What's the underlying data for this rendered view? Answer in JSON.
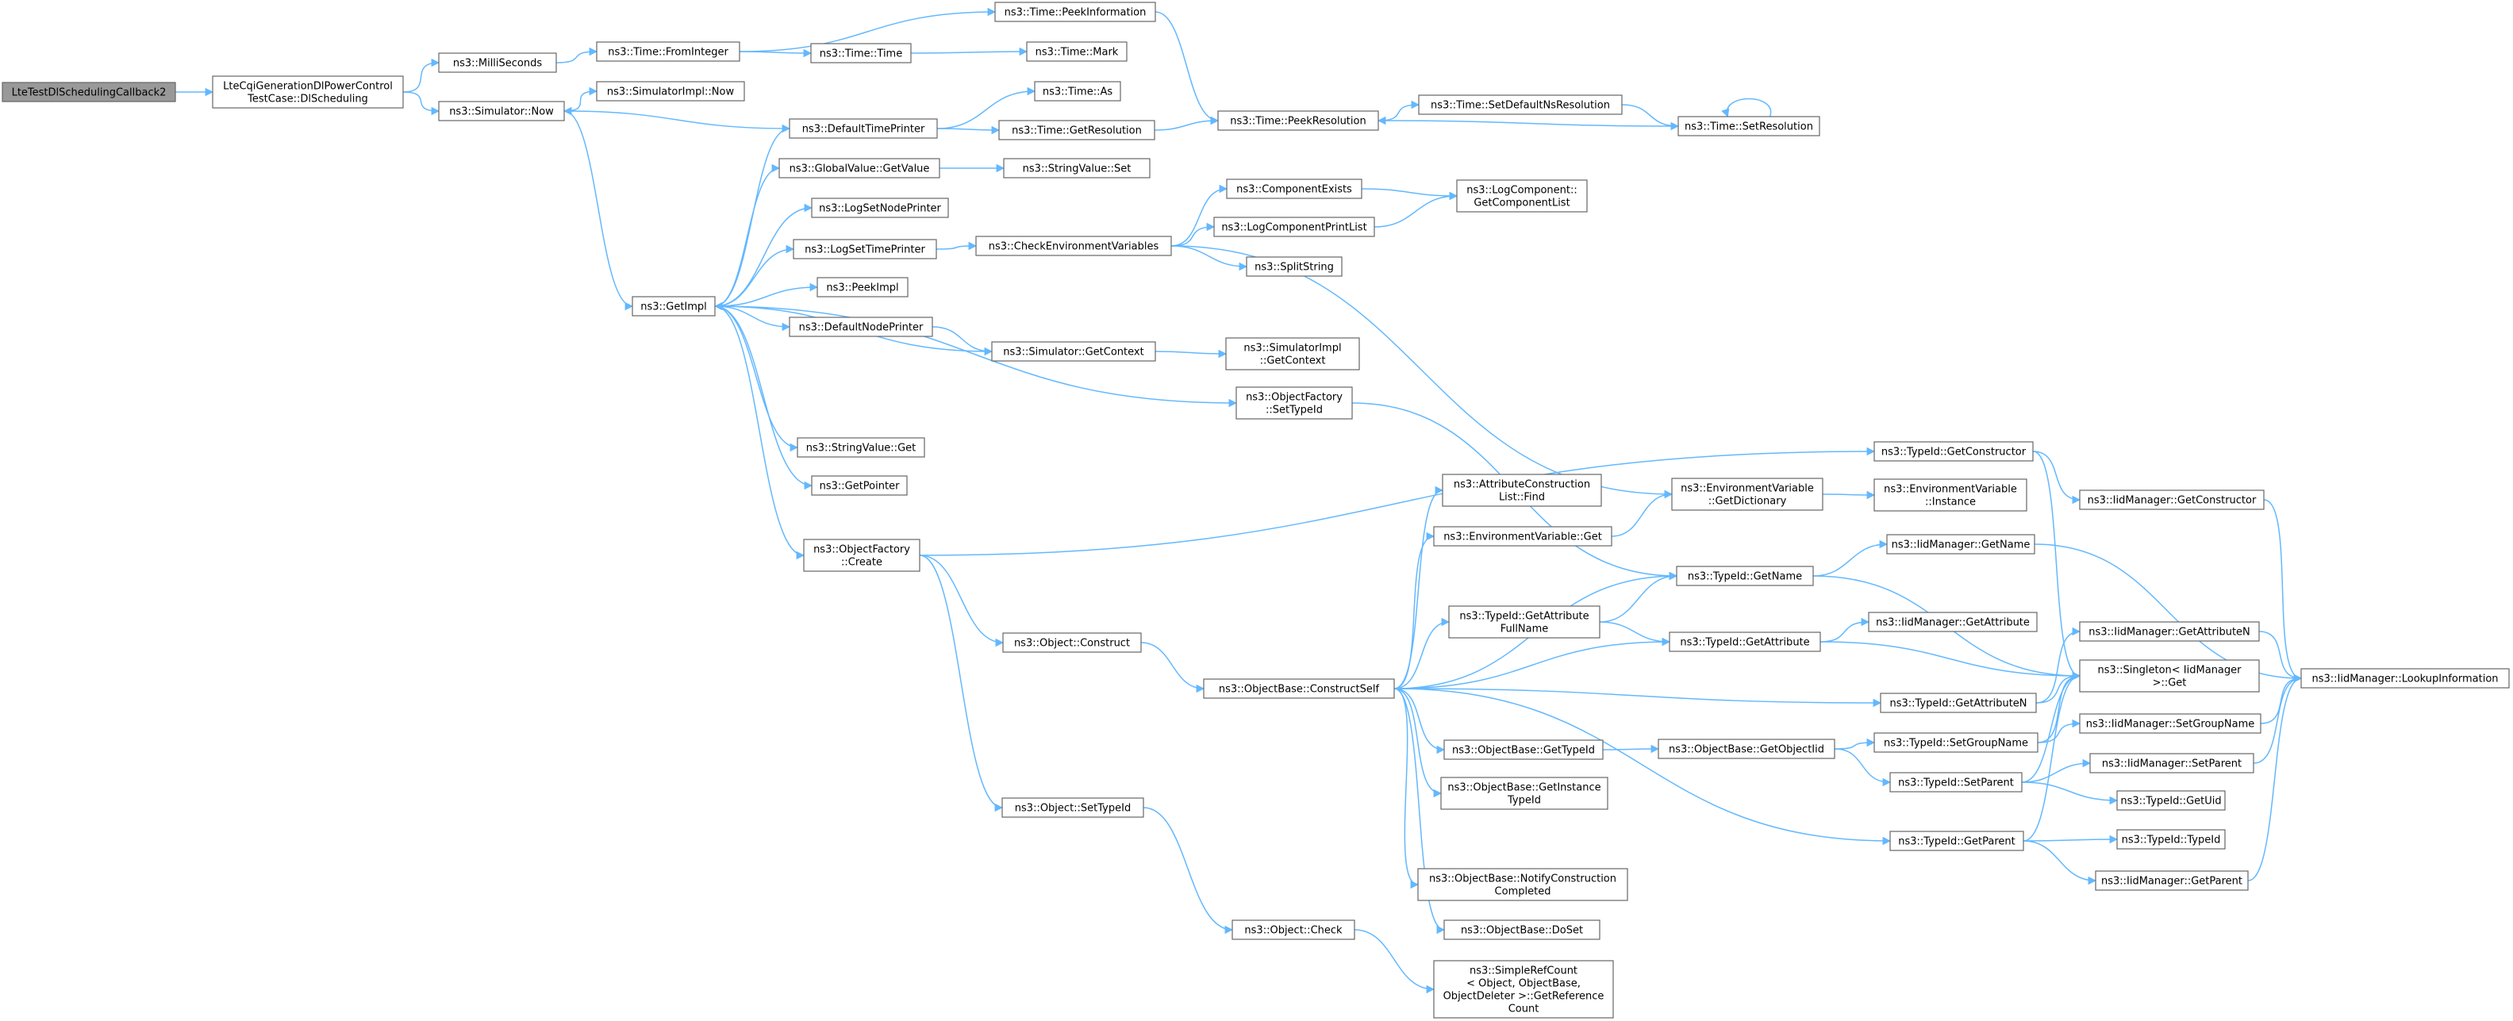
{
  "diagram": {
    "type": "call-graph",
    "edge_color": "#63b8ff",
    "node_border_color": "#666666",
    "root_fill_color": "#999999",
    "nodes": [
      {
        "id": "n0",
        "lines": [
          "LteTestDlSchedulingCallback2"
        ],
        "root": true
      },
      {
        "id": "n1",
        "lines": [
          "LteCqiGenerationDlPowerControl",
          "TestCase::DlScheduling"
        ]
      },
      {
        "id": "n2",
        "lines": [
          "ns3::MilliSeconds"
        ]
      },
      {
        "id": "n3",
        "lines": [
          "ns3::Simulator::Now"
        ]
      },
      {
        "id": "n4",
        "lines": [
          "ns3::Time::FromInteger"
        ]
      },
      {
        "id": "n5",
        "lines": [
          "ns3::Time::PeekInformation"
        ]
      },
      {
        "id": "n6",
        "lines": [
          "ns3::Time::Time"
        ]
      },
      {
        "id": "n7",
        "lines": [
          "ns3::Time::Mark"
        ]
      },
      {
        "id": "n8",
        "lines": [
          "ns3::SimulatorImpl::Now"
        ]
      },
      {
        "id": "n9",
        "lines": [
          "ns3::GetImpl"
        ]
      },
      {
        "id": "n10",
        "lines": [
          "ns3::DefaultTimePrinter"
        ]
      },
      {
        "id": "n11",
        "lines": [
          "ns3::Time::As"
        ]
      },
      {
        "id": "n12",
        "lines": [
          "ns3::Time::GetResolution"
        ]
      },
      {
        "id": "n13",
        "lines": [
          "ns3::Time::PeekResolution"
        ]
      },
      {
        "id": "n14",
        "lines": [
          "ns3::Time::SetDefaultNsResolution"
        ]
      },
      {
        "id": "n15",
        "lines": [
          "ns3::Time::SetResolution"
        ]
      },
      {
        "id": "n16",
        "lines": [
          "ns3::GlobalValue::GetValue"
        ]
      },
      {
        "id": "n17",
        "lines": [
          "ns3::StringValue::Set"
        ]
      },
      {
        "id": "n18",
        "lines": [
          "ns3::LogSetNodePrinter"
        ]
      },
      {
        "id": "n19",
        "lines": [
          "ns3::LogSetTimePrinter"
        ]
      },
      {
        "id": "n20",
        "lines": [
          "ns3::CheckEnvironmentVariables"
        ]
      },
      {
        "id": "n21",
        "lines": [
          "ns3::ComponentExists"
        ]
      },
      {
        "id": "n22",
        "lines": [
          "ns3::LogComponent::",
          "GetComponentList"
        ]
      },
      {
        "id": "n23",
        "lines": [
          "ns3::LogComponentPrintList"
        ]
      },
      {
        "id": "n24",
        "lines": [
          "ns3::SplitString"
        ]
      },
      {
        "id": "n25",
        "lines": [
          "ns3::PeekImpl"
        ]
      },
      {
        "id": "n26",
        "lines": [
          "ns3::DefaultNodePrinter"
        ]
      },
      {
        "id": "n27",
        "lines": [
          "ns3::Simulator::GetContext"
        ]
      },
      {
        "id": "n28",
        "lines": [
          "ns3::SimulatorImpl",
          "::GetContext"
        ]
      },
      {
        "id": "n29",
        "lines": [
          "ns3::ObjectFactory",
          "::SetTypeId"
        ]
      },
      {
        "id": "n30",
        "lines": [
          "ns3::StringValue::Get"
        ]
      },
      {
        "id": "n31",
        "lines": [
          "ns3::GetPointer"
        ]
      },
      {
        "id": "n32",
        "lines": [
          "ns3::ObjectFactory",
          "::Create"
        ]
      },
      {
        "id": "n33",
        "lines": [
          "ns3::Object::Construct"
        ]
      },
      {
        "id": "n34",
        "lines": [
          "ns3::Object::SetTypeId"
        ]
      },
      {
        "id": "n35",
        "lines": [
          "ns3::Object::Check"
        ]
      },
      {
        "id": "n36",
        "lines": [
          "ns3::SimpleRefCount",
          "< Object, ObjectBase,",
          "ObjectDeleter >::GetReference",
          "Count"
        ]
      },
      {
        "id": "n37",
        "lines": [
          "ns3::ObjectBase::ConstructSelf"
        ]
      },
      {
        "id": "n38",
        "lines": [
          "ns3::AttributeConstruction",
          "List::Find"
        ]
      },
      {
        "id": "n39",
        "lines": [
          "ns3::EnvironmentVariable::Get"
        ]
      },
      {
        "id": "n40",
        "lines": [
          "ns3::EnvironmentVariable",
          "::GetDictionary"
        ]
      },
      {
        "id": "n41",
        "lines": [
          "ns3::EnvironmentVariable",
          "::Instance"
        ]
      },
      {
        "id": "n42",
        "lines": [
          "ns3::TypeId::GetName"
        ]
      },
      {
        "id": "n43",
        "lines": [
          "ns3::IidManager::GetName"
        ]
      },
      {
        "id": "n44",
        "lines": [
          "ns3::TypeId::GetAttribute",
          "FullName"
        ]
      },
      {
        "id": "n45",
        "lines": [
          "ns3::TypeId::GetAttribute"
        ]
      },
      {
        "id": "n46",
        "lines": [
          "ns3::IidManager::GetAttribute"
        ]
      },
      {
        "id": "n47",
        "lines": [
          "ns3::TypeId::GetConstructor"
        ]
      },
      {
        "id": "n48",
        "lines": [
          "ns3::IidManager::GetConstructor"
        ]
      },
      {
        "id": "n49",
        "lines": [
          "ns3::IidManager::GetAttributeN"
        ]
      },
      {
        "id": "n50",
        "lines": [
          "ns3::Singleton< IidManager",
          ">::Get"
        ]
      },
      {
        "id": "n51",
        "lines": [
          "ns3::IidManager::LookupInformation"
        ]
      },
      {
        "id": "n52",
        "lines": [
          "ns3::TypeId::GetAttributeN"
        ]
      },
      {
        "id": "n53",
        "lines": [
          "ns3::ObjectBase::GetTypeId"
        ]
      },
      {
        "id": "n54",
        "lines": [
          "ns3::ObjectBase::GetObjectIid"
        ]
      },
      {
        "id": "n55",
        "lines": [
          "ns3::TypeId::SetGroupName"
        ]
      },
      {
        "id": "n56",
        "lines": [
          "ns3::IidManager::SetGroupName"
        ]
      },
      {
        "id": "n57",
        "lines": [
          "ns3::TypeId::SetParent"
        ]
      },
      {
        "id": "n58",
        "lines": [
          "ns3::IidManager::SetParent"
        ]
      },
      {
        "id": "n59",
        "lines": [
          "ns3::TypeId::GetUid"
        ]
      },
      {
        "id": "n60",
        "lines": [
          "ns3::ObjectBase::GetInstance",
          "TypeId"
        ]
      },
      {
        "id": "n61",
        "lines": [
          "ns3::TypeId::GetParent"
        ]
      },
      {
        "id": "n62",
        "lines": [
          "ns3::TypeId::TypeId"
        ]
      },
      {
        "id": "n63",
        "lines": [
          "ns3::IidManager::GetParent"
        ]
      },
      {
        "id": "n64",
        "lines": [
          "ns3::ObjectBase::NotifyConstruction",
          "Completed"
        ]
      },
      {
        "id": "n65",
        "lines": [
          "ns3::ObjectBase::DoSet"
        ]
      }
    ],
    "edges": [
      [
        "n0",
        "n1"
      ],
      [
        "n1",
        "n2"
      ],
      [
        "n1",
        "n3"
      ],
      [
        "n2",
        "n4"
      ],
      [
        "n4",
        "n5"
      ],
      [
        "n4",
        "n6"
      ],
      [
        "n6",
        "n7"
      ],
      [
        "n5",
        "n13"
      ],
      [
        "n3",
        "n8"
      ],
      [
        "n3",
        "n9"
      ],
      [
        "n9",
        "n10"
      ],
      [
        "n10",
        "n3"
      ],
      [
        "n10",
        "n11"
      ],
      [
        "n10",
        "n12"
      ],
      [
        "n12",
        "n13"
      ],
      [
        "n13",
        "n14"
      ],
      [
        "n14",
        "n15"
      ],
      [
        "n15",
        "n13"
      ],
      [
        "n15",
        "n15"
      ],
      [
        "n9",
        "n16"
      ],
      [
        "n16",
        "n17"
      ],
      [
        "n9",
        "n18"
      ],
      [
        "n9",
        "n19"
      ],
      [
        "n19",
        "n20"
      ],
      [
        "n20",
        "n21"
      ],
      [
        "n21",
        "n22"
      ],
      [
        "n20",
        "n23"
      ],
      [
        "n23",
        "n22"
      ],
      [
        "n20",
        "n24"
      ],
      [
        "n20",
        "n40"
      ],
      [
        "n9",
        "n25"
      ],
      [
        "n9",
        "n26"
      ],
      [
        "n26",
        "n27"
      ],
      [
        "n27",
        "n9"
      ],
      [
        "n27",
        "n28"
      ],
      [
        "n9",
        "n29"
      ],
      [
        "n29",
        "n42"
      ],
      [
        "n9",
        "n30"
      ],
      [
        "n9",
        "n31"
      ],
      [
        "n9",
        "n32"
      ],
      [
        "n32",
        "n47"
      ],
      [
        "n32",
        "n33"
      ],
      [
        "n32",
        "n34"
      ],
      [
        "n34",
        "n35"
      ],
      [
        "n35",
        "n36"
      ],
      [
        "n33",
        "n37"
      ],
      [
        "n37",
        "n38"
      ],
      [
        "n37",
        "n39"
      ],
      [
        "n39",
        "n40"
      ],
      [
        "n40",
        "n41"
      ],
      [
        "n37",
        "n42"
      ],
      [
        "n42",
        "n43"
      ],
      [
        "n42",
        "n50"
      ],
      [
        "n43",
        "n51"
      ],
      [
        "n37",
        "n44"
      ],
      [
        "n44",
        "n42"
      ],
      [
        "n44",
        "n45"
      ],
      [
        "n37",
        "n45"
      ],
      [
        "n45",
        "n46"
      ],
      [
        "n45",
        "n50"
      ],
      [
        "n47",
        "n48"
      ],
      [
        "n47",
        "n50"
      ],
      [
        "n48",
        "n51"
      ],
      [
        "n49",
        "n51"
      ],
      [
        "n37",
        "n52"
      ],
      [
        "n52",
        "n49"
      ],
      [
        "n52",
        "n50"
      ],
      [
        "n37",
        "n53"
      ],
      [
        "n53",
        "n54"
      ],
      [
        "n54",
        "n55"
      ],
      [
        "n54",
        "n57"
      ],
      [
        "n55",
        "n56"
      ],
      [
        "n55",
        "n50"
      ],
      [
        "n56",
        "n51"
      ],
      [
        "n57",
        "n58"
      ],
      [
        "n57",
        "n59"
      ],
      [
        "n57",
        "n50"
      ],
      [
        "n58",
        "n51"
      ],
      [
        "n37",
        "n60"
      ],
      [
        "n37",
        "n61"
      ],
      [
        "n61",
        "n62"
      ],
      [
        "n61",
        "n63"
      ],
      [
        "n61",
        "n50"
      ],
      [
        "n63",
        "n51"
      ],
      [
        "n37",
        "n64"
      ],
      [
        "n37",
        "n65"
      ]
    ]
  }
}
